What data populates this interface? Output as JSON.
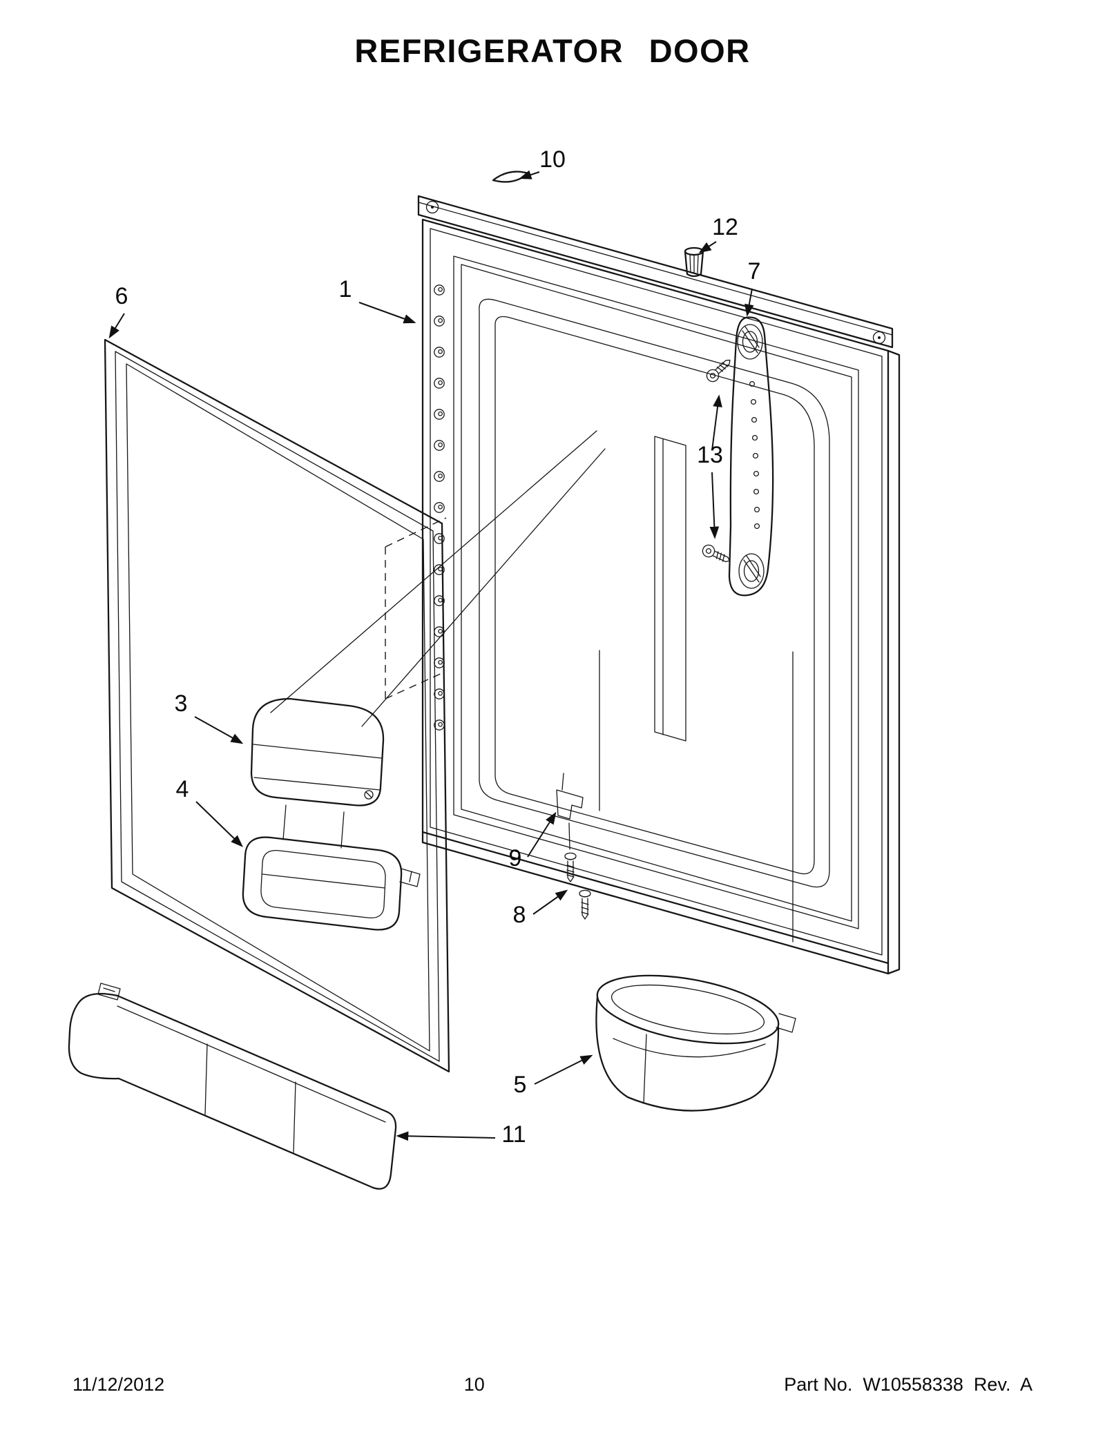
{
  "title": "REFRIGERATOR DOOR",
  "footer": {
    "date": "11/12/2012",
    "page_number": "10",
    "part_info": "Part No.  W10558338  Rev.  A"
  },
  "callouts": {
    "c1": "1",
    "c3": "3",
    "c4": "4",
    "c5": "5",
    "c6": "6",
    "c7": "7",
    "c8": "8",
    "c9": "9",
    "c10": "10",
    "c11": "11",
    "c12": "12",
    "c13": "13"
  },
  "colors": {
    "ink": "#161616",
    "background": "#ffffff"
  }
}
